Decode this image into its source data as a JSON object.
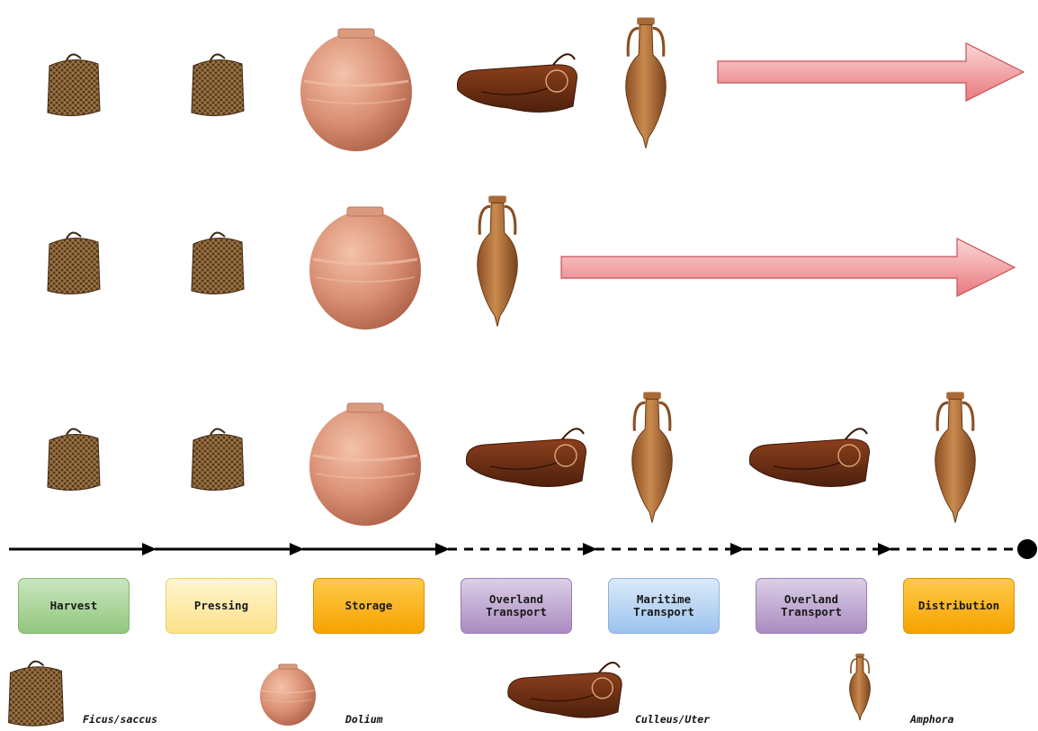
{
  "stages": [
    {
      "label": "Harvest",
      "color_top": "#c9e6bf",
      "color_bottom": "#92c77d",
      "border": "#82b56e"
    },
    {
      "label": "Pressing",
      "color_top": "#fff6cf",
      "color_bottom": "#fbe189",
      "border": "#e9cf78"
    },
    {
      "label": "Storage",
      "color_top": "#ffc94a",
      "color_bottom": "#f6a300",
      "border": "#d8930a"
    },
    {
      "label": "Overland\nTransport",
      "color_top": "#dccfe6",
      "color_bottom": "#a98bc1",
      "border": "#9a7cb2"
    },
    {
      "label": "Maritime\nTransport",
      "color_top": "#dbeaf9",
      "color_bottom": "#9cc3ee",
      "border": "#8db2da"
    },
    {
      "label": "Overland\nTransport",
      "color_top": "#dccfe6",
      "color_bottom": "#a98bc1",
      "border": "#9a7cb2"
    },
    {
      "label": "Distribution",
      "color_top": "#ffc94a",
      "color_bottom": "#f6a300",
      "border": "#d8930a"
    }
  ],
  "rows": [
    {
      "items": [
        "ficus-saccus",
        "ficus-saccus",
        "dolium",
        "culleus-uter",
        "amphora"
      ],
      "arrow": "continues"
    },
    {
      "items": [
        "ficus-saccus",
        "ficus-saccus",
        "dolium",
        "amphora"
      ],
      "arrow": "continues"
    },
    {
      "items": [
        "ficus-saccus",
        "ficus-saccus",
        "dolium",
        "culleus-uter",
        "amphora",
        "culleus-uter",
        "amphora"
      ],
      "arrow": "none"
    }
  ],
  "timeline": {
    "solid_segments": 3,
    "dashed_segments": 4
  },
  "legend": [
    {
      "icon": "ficus-saccus",
      "label": "Ficus/saccus"
    },
    {
      "icon": "dolium",
      "label": "Dolium"
    },
    {
      "icon": "culleus-uter",
      "label": "Culleus/Uter"
    },
    {
      "icon": "amphora",
      "label": "Amphora"
    }
  ],
  "colors": {
    "arrow_fill_light": "#fbd7d7",
    "arrow_fill_dark": "#e9787d",
    "arrow_stroke": "#c85058",
    "timeline": "#000000"
  }
}
